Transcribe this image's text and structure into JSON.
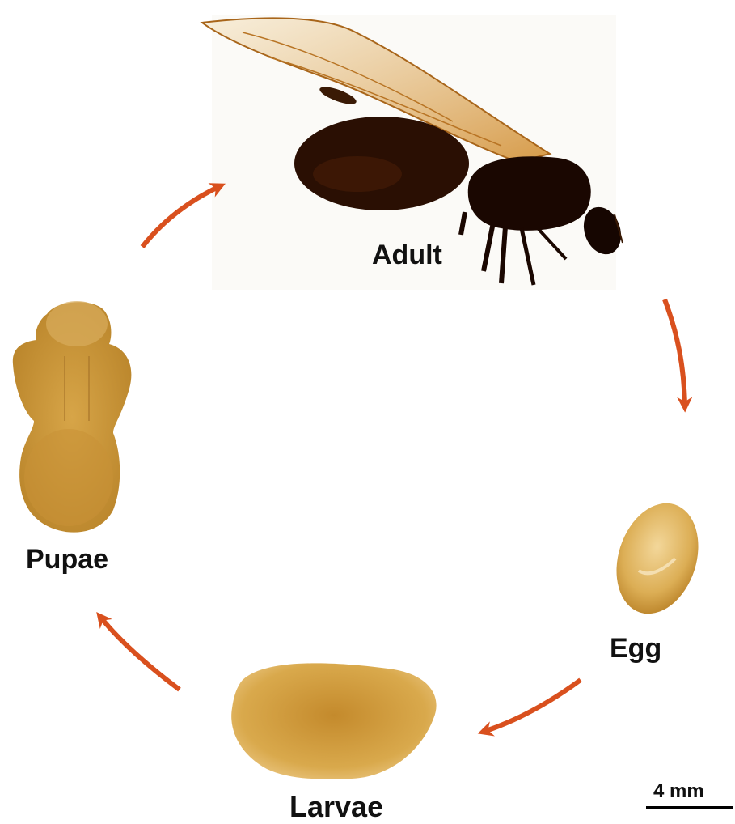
{
  "stages": {
    "adult": "Adult",
    "egg": "Egg",
    "larvae": "Larvae",
    "pupae": "Pupae"
  },
  "scale_bar": {
    "label": "4 mm"
  },
  "colors": {
    "arrow": "#d9501e",
    "specimen_light": "#e3b765",
    "specimen_mid": "#c18a2e",
    "specimen_dark": "#8a5a15",
    "adult_body": "#1e0b02",
    "wing": "#d08a2a"
  }
}
